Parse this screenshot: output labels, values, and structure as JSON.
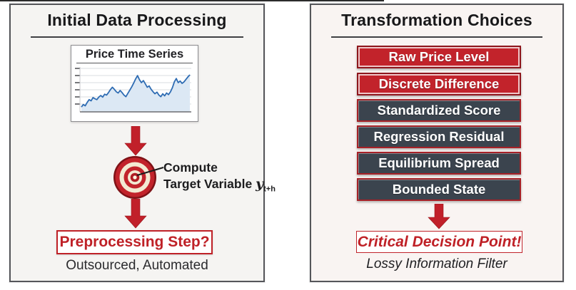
{
  "colors": {
    "accent_red": "#c2232b",
    "dark_red_border": "#8e161c",
    "slate_dark": "#3b444e",
    "panel_border_gray": "#55565a",
    "left_panel_bg": "#f5f4f2",
    "right_panel_bg": "#f9f4f2",
    "chart_line_blue": "#2e6cb3",
    "chart_fill_blue": "#dce8f4",
    "bullseye_cream": "#f3ead3"
  },
  "left_panel": {
    "title": "Initial Data Processing",
    "target_label_line1": "Compute",
    "target_label_line2": "Target Variable",
    "target_math_symbol": "y",
    "target_math_subscript": "t+h",
    "decision_box": "Preprocessing Step?",
    "caption": "Outsourced, Automated"
  },
  "right_panel": {
    "title": "Transformation Choices",
    "items": [
      {
        "label": "Raw Price Level",
        "variant": "red"
      },
      {
        "label": "Discrete Difference",
        "variant": "red"
      },
      {
        "label": "Standardized Score",
        "variant": "dark"
      },
      {
        "label": "Regression Residual",
        "variant": "dark"
      },
      {
        "label": "Equilibrium Spread",
        "variant": "dark"
      },
      {
        "label": "Bounded State",
        "variant": "dark"
      }
    ],
    "decision_box": "Critical Decision Point!",
    "caption": "Lossy Information Filter"
  },
  "chart_data": {
    "type": "line",
    "title": "Price Time Series",
    "xlabel": "",
    "ylabel": "",
    "x": "time index (unlabeled)",
    "values": [
      10,
      16,
      13,
      21,
      28,
      25,
      33,
      30,
      28,
      34,
      38,
      34,
      41,
      39,
      45,
      52,
      58,
      53,
      47,
      44,
      50,
      45,
      39,
      35,
      43,
      51,
      59,
      68,
      78,
      86,
      76,
      69,
      74,
      66,
      58,
      61,
      53,
      47,
      42,
      46,
      39,
      35,
      42,
      37,
      44,
      40,
      47,
      57,
      71,
      79,
      69,
      73,
      67,
      71,
      77,
      83,
      88
    ],
    "ylim": [
      0,
      100
    ],
    "grid": true,
    "n_gridlines": 6,
    "legend": "none",
    "line_color": "#2e6cb3",
    "fill_color": "#dce8f4"
  }
}
